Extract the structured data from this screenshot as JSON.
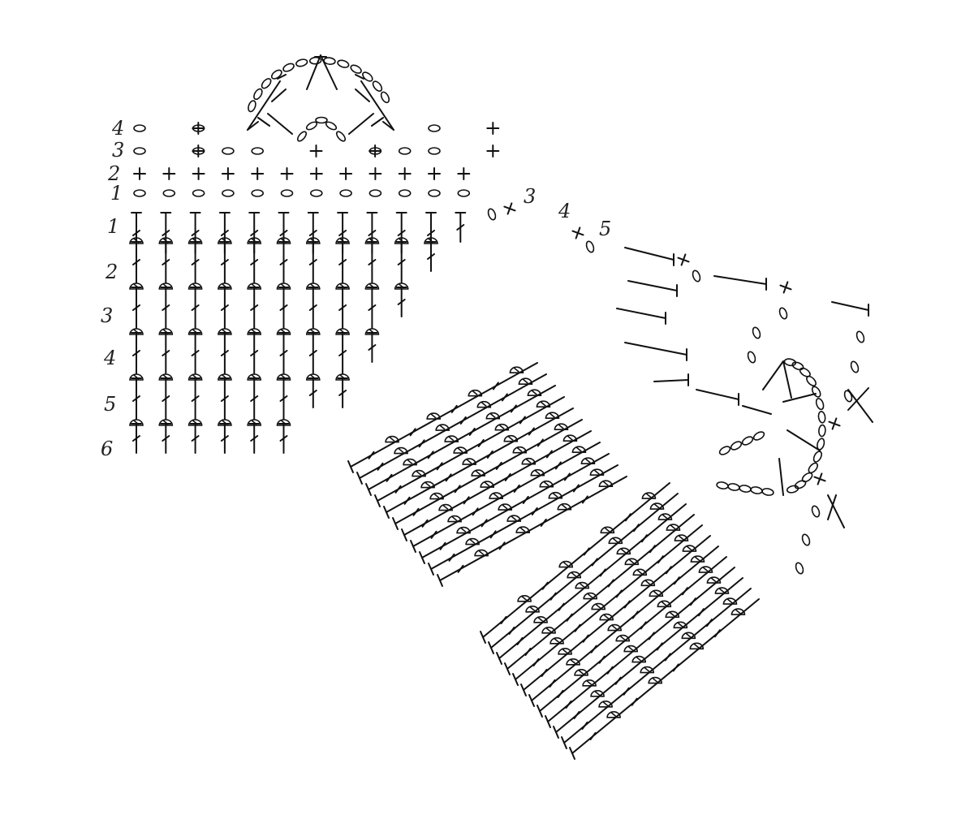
{
  "diagram": {
    "name": "crochet-chart",
    "colors": {
      "ink": "#111111",
      "background": "#ffffff"
    },
    "left_panel": {
      "row_labels_top": [
        "4",
        "3",
        "2",
        "1"
      ],
      "row_labels_body": [
        "1",
        "2",
        "3",
        "4",
        "5",
        "6"
      ],
      "columns": 12,
      "symbol_rows": {
        "row4": [
          "chain",
          "sc",
          "chain",
          "",
          "",
          "",
          "",
          "",
          "",
          "",
          "chain",
          "sc"
        ],
        "row3": [
          "chain",
          "sc",
          "chain",
          "chain",
          "chain",
          "sc",
          "",
          "sc",
          "chain",
          "chain",
          "chain",
          "sc"
        ],
        "row2": [
          "sc",
          "sc",
          "sc",
          "sc",
          "sc",
          "sc",
          "sc",
          "sc",
          "sc",
          "sc",
          "sc",
          "sc"
        ],
        "row1": [
          "chain",
          "chain",
          "chain",
          "chain",
          "chain",
          "chain",
          "chain",
          "chain",
          "chain",
          "chain",
          "chain",
          "chain"
        ]
      },
      "stitch_column_lengths": [
        6,
        6,
        6,
        6,
        6,
        6,
        5,
        5,
        4,
        3,
        2,
        1
      ]
    },
    "right_panel": {
      "row_labels": [
        "3",
        "4",
        "5"
      ]
    },
    "legend_icons": [
      "chain-icon",
      "single-crochet-icon",
      "double-crochet-icon",
      "front-post-icon"
    ]
  }
}
